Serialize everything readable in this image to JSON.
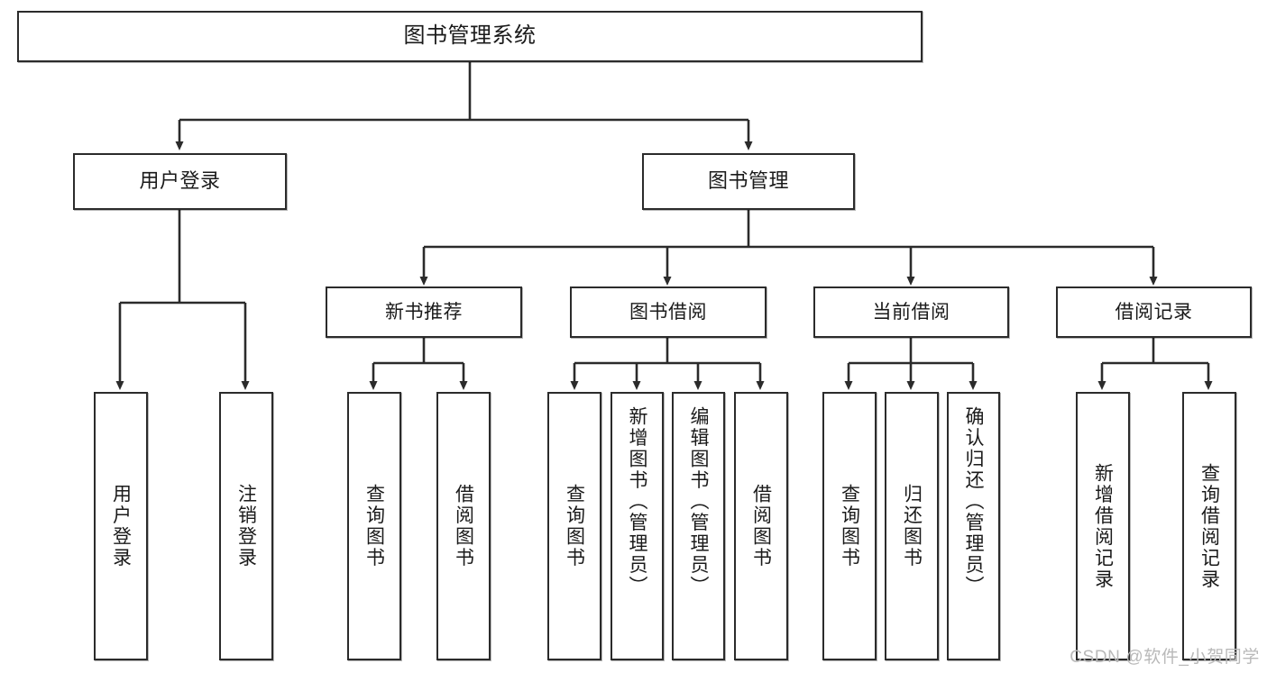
{
  "diagram": {
    "type": "tree-hierarchy",
    "title": "图书管理系统",
    "watermark": "CSDN @软件_小贺同学",
    "root": {
      "id": "root",
      "label": "图书管理系统"
    },
    "level2": [
      {
        "id": "user-login",
        "label": "用户登录"
      },
      {
        "id": "book-manage",
        "label": "图书管理"
      }
    ],
    "level3": [
      {
        "id": "new-book-rec",
        "label": "新书推荐",
        "parent": "book-manage"
      },
      {
        "id": "book-borrow",
        "label": "图书借阅",
        "parent": "book-manage"
      },
      {
        "id": "current-borrow",
        "label": "当前借阅",
        "parent": "book-manage"
      },
      {
        "id": "borrow-record",
        "label": "借阅记录",
        "parent": "book-manage"
      }
    ],
    "leaves": [
      {
        "id": "leaf-user-login",
        "label": "用户登录",
        "parent": "user-login"
      },
      {
        "id": "leaf-user-logout",
        "label": "注销登录",
        "parent": "user-login"
      },
      {
        "id": "leaf-query-book-1",
        "label": "查询图书",
        "parent": "new-book-rec"
      },
      {
        "id": "leaf-borrow-book-1",
        "label": "借阅图书",
        "parent": "new-book-rec"
      },
      {
        "id": "leaf-query-book-2",
        "label": "查询图书",
        "parent": "book-borrow"
      },
      {
        "id": "leaf-add-book",
        "label": "新增图书（管理员）",
        "parent": "book-borrow"
      },
      {
        "id": "leaf-edit-book",
        "label": "编辑图书（管理员）",
        "parent": "book-borrow"
      },
      {
        "id": "leaf-borrow-book-2",
        "label": "借阅图书",
        "parent": "book-borrow"
      },
      {
        "id": "leaf-query-book-3",
        "label": "查询图书",
        "parent": "current-borrow"
      },
      {
        "id": "leaf-return-book",
        "label": "归还图书",
        "parent": "current-borrow"
      },
      {
        "id": "leaf-confirm-return",
        "label": "确认归还（管理员）",
        "parent": "current-borrow"
      },
      {
        "id": "leaf-add-record",
        "label": "新增借阅记录",
        "parent": "borrow-record"
      },
      {
        "id": "leaf-query-record",
        "label": "查询借阅记录",
        "parent": "borrow-record"
      }
    ],
    "colors": {
      "stroke": "#2b2b2b",
      "fill": "#ffffff",
      "text": "#1a1a1a",
      "watermark": "#b9b9b9"
    }
  }
}
